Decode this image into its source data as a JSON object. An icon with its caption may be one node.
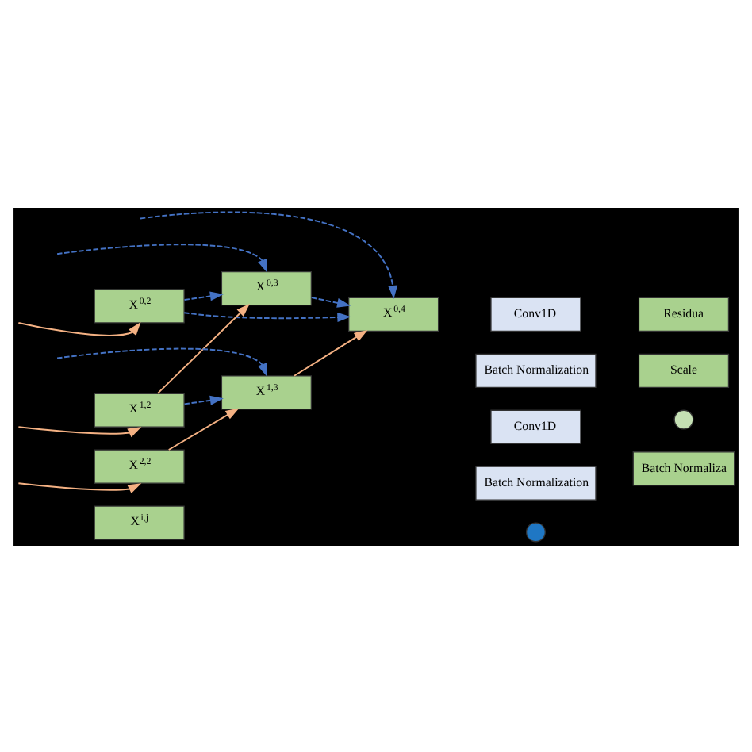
{
  "diagram": {
    "nodes": [
      {
        "text": [
          "X$^{0,2}$"
        ]
      },
      {
        "text": [
          "X$^{0,3}$"
        ]
      },
      {
        "text": [
          "X$^{1,2}$"
        ]
      },
      {
        "text": [
          "X$^{0,4}$"
        ]
      },
      {
        "text": [
          "X$^{1,3}$"
        ]
      },
      {
        "text": [
          "X$^{2,2}$"
        ]
      },
      {
        "text": [
          "X$^{i,j}$"
        ]
      },
      {
        "text": [
          "Conv1D"
        ]
      },
      {
        "text": [
          "Batch Normalization"
        ]
      },
      {
        "text": [
          "Conv1D"
        ]
      },
      {
        "text": [
          "Batch Normalization"
        ]
      },
      {
        "text": [],
        "shape": "circle"
      },
      {
        "text": [
          "Residua"
        ]
      },
      {
        "text": [
          "Scale"
        ]
      },
      {
        "text": [],
        "shape": "circle"
      },
      {
        "text": [
          "Batch Normaliza"
        ]
      }
    ],
    "edges": [
      {
        "from": null,
        "to": 0,
        "arrow": "to",
        "color": "#f4b183"
      },
      {
        "from": null,
        "to": 2,
        "arrow": "to",
        "color": "#f4b183"
      },
      {
        "from": null,
        "to": 5,
        "arrow": "to",
        "color": "#f4b183"
      },
      {
        "from": 2,
        "to": 1,
        "arrow": "to",
        "color": "#f4b183"
      },
      {
        "from": 5,
        "to": 4,
        "arrow": "to",
        "color": "#f4b183"
      },
      {
        "from": 4,
        "to": 3,
        "arrow": "to",
        "color": "#f4b183"
      },
      {
        "from": null,
        "to": 1,
        "arrow": "to",
        "style": "dashed"
      },
      {
        "from": null,
        "to": 3,
        "arrow": "to",
        "style": "dashed"
      },
      {
        "from": null,
        "to": 4,
        "arrow": "to",
        "style": "dashed"
      },
      {
        "from": 0,
        "to": 1,
        "arrow": "to",
        "style": "dashed"
      },
      {
        "from": 0,
        "to": 3,
        "arrow": "to",
        "style": "dashed"
      },
      {
        "from": 1,
        "to": 3,
        "arrow": "to",
        "style": "dashed"
      },
      {
        "from": 2,
        "to": 4,
        "arrow": "to",
        "style": "dashed"
      }
    ]
  }
}
